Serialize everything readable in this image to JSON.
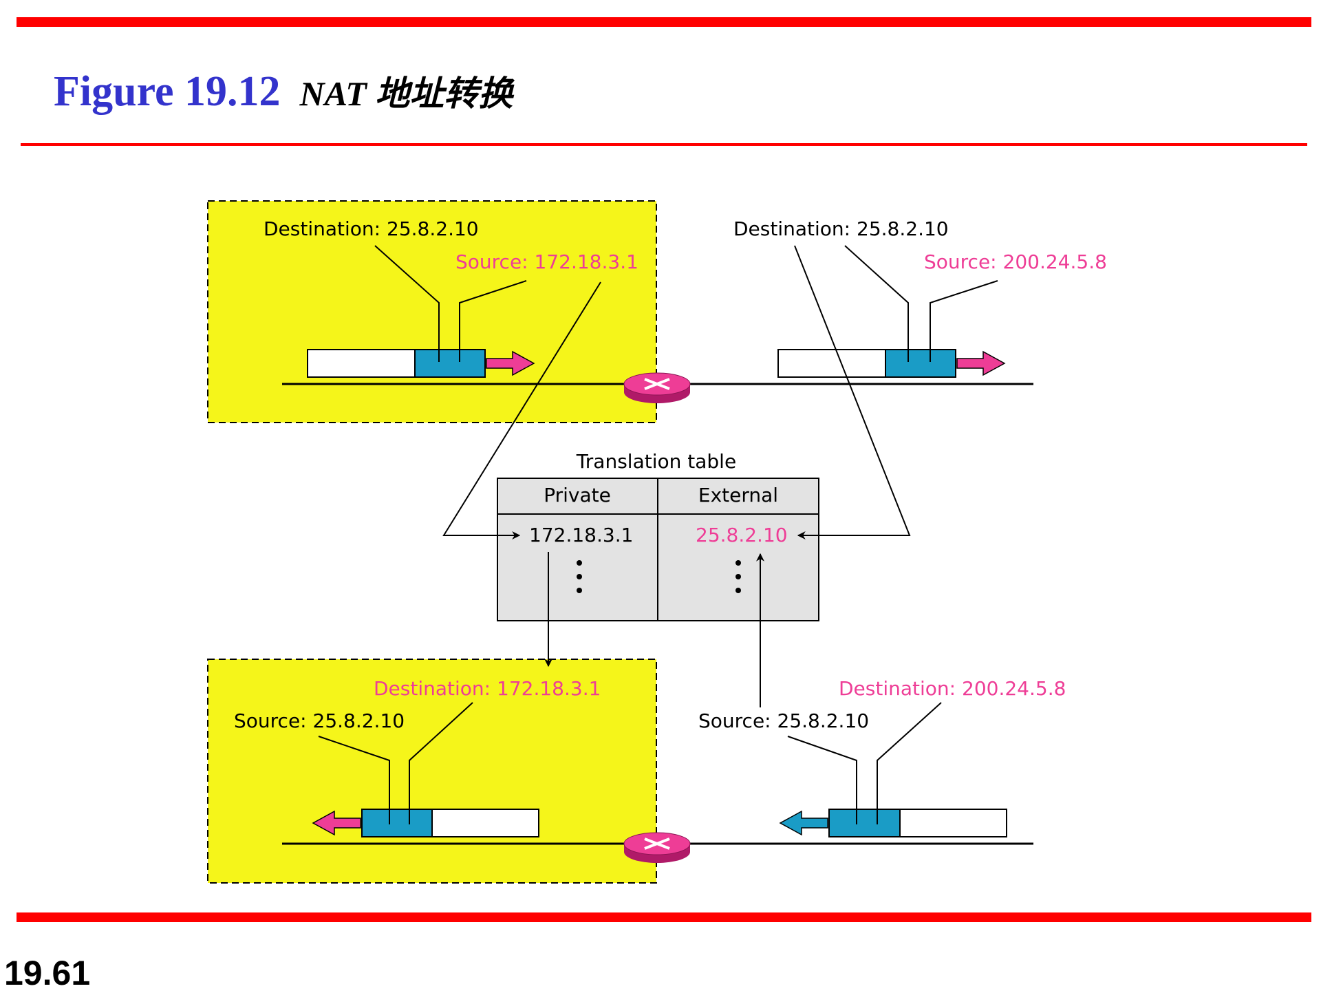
{
  "slide": {
    "figure_label": "Figure 19.12",
    "caption": "NAT 地址转换",
    "page_number": "19.61",
    "accent_color": "#ff0000",
    "title_color": "#3333cc"
  },
  "diagram": {
    "colors": {
      "private_zone": "#f5f51a",
      "packet_header": "#1a9cc6",
      "highlight_text": "#ee3d96",
      "router": "#ee3d96",
      "table_bg": "#e3e3e3"
    },
    "outgoing": {
      "private_side": {
        "destination": "Destination: 25.8.2.10",
        "source": "Source: 172.18.3.1"
      },
      "public_side": {
        "destination": "Destination: 25.8.2.10",
        "source": "Source: 200.24.5.8"
      }
    },
    "incoming": {
      "private_side": {
        "destination": "Destination: 172.18.3.1",
        "source": "Source: 25.8.2.10"
      },
      "public_side": {
        "destination": "Destination: 200.24.5.8",
        "source": "Source: 25.8.2.10"
      }
    },
    "translation_table": {
      "title": "Translation table",
      "headers": [
        "Private",
        "External"
      ],
      "rows": [
        {
          "private": "172.18.3.1",
          "external": "25.8.2.10"
        }
      ]
    }
  }
}
